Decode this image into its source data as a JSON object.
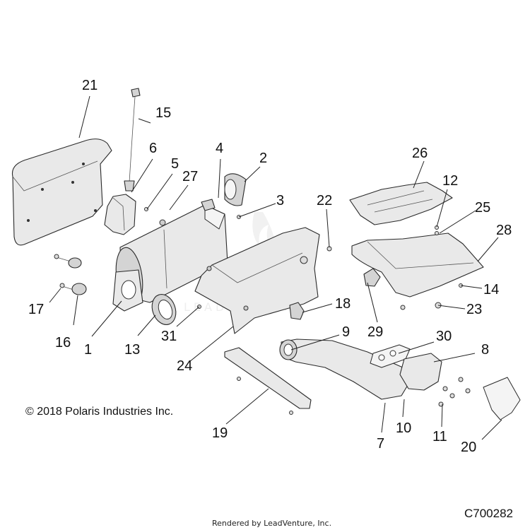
{
  "callouts": [
    {
      "id": "1",
      "label": "1"
    },
    {
      "id": "2",
      "label": "2"
    },
    {
      "id": "3",
      "label": "3"
    },
    {
      "id": "4",
      "label": "4"
    },
    {
      "id": "5",
      "label": "5"
    },
    {
      "id": "6",
      "label": "6"
    },
    {
      "id": "7",
      "label": "7"
    },
    {
      "id": "8",
      "label": "8"
    },
    {
      "id": "9",
      "label": "9"
    },
    {
      "id": "10",
      "label": "10"
    },
    {
      "id": "11",
      "label": "11"
    },
    {
      "id": "12",
      "label": "12"
    },
    {
      "id": "13",
      "label": "13"
    },
    {
      "id": "14",
      "label": "14"
    },
    {
      "id": "15",
      "label": "15"
    },
    {
      "id": "16",
      "label": "16"
    },
    {
      "id": "17",
      "label": "17"
    },
    {
      "id": "18",
      "label": "18"
    },
    {
      "id": "19",
      "label": "19"
    },
    {
      "id": "20",
      "label": "20"
    },
    {
      "id": "21",
      "label": "21"
    },
    {
      "id": "22",
      "label": "22"
    },
    {
      "id": "23",
      "label": "23"
    },
    {
      "id": "24",
      "label": "24"
    },
    {
      "id": "25",
      "label": "25"
    },
    {
      "id": "26",
      "label": "26"
    },
    {
      "id": "27",
      "label": "27"
    },
    {
      "id": "28",
      "label": "28"
    },
    {
      "id": "29",
      "label": "29"
    },
    {
      "id": "30",
      "label": "30"
    },
    {
      "id": "31",
      "label": "31"
    }
  ],
  "copyright": "© 2018 Polaris Industries Inc.",
  "credit": "Rendered by LeadVenture, Inc.",
  "diagram_code": "C700282",
  "watermark": "LEADVENTURE"
}
